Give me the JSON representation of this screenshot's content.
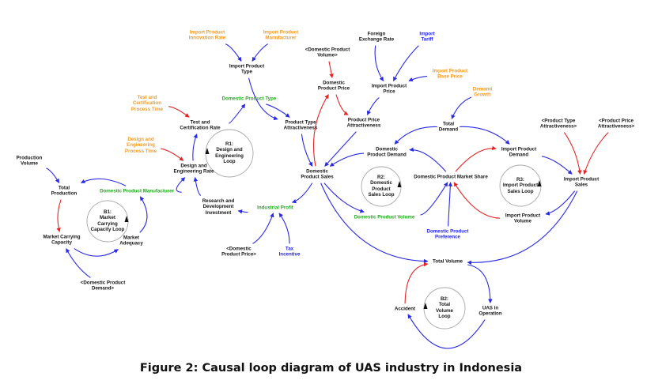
{
  "figure": {
    "caption": "Figure 2: Causal loop diagram of UAS industry in Indonesia"
  },
  "colors": {
    "link_positive": "#2a2ae6",
    "link_negative": "#e62626",
    "exogenous_orange": "#f59a1e",
    "stock_green": "#22a81f",
    "policy_blue": "#2424e0",
    "text_black": "#151515",
    "loop_circle": "#a8a8a8"
  },
  "nodes": {
    "import_product_innovation_rate": {
      "label": "Import Product\nInnovation Rate",
      "color": "orange"
    },
    "import_product_manufacturer": {
      "label": "Import Product\nManufacturer",
      "color": "orange"
    },
    "import_product_type": {
      "label": "Import Product\nType",
      "color": "black"
    },
    "domestic_product_volume_shadow": {
      "label": "<Domestic Product\nVolume>",
      "color": "black"
    },
    "foreign_exchange_rate": {
      "label": "Foreign\nExchange Rate",
      "color": "black"
    },
    "import_tariff": {
      "label": "Import\nTariff",
      "color": "blue"
    },
    "import_product_base_price": {
      "label": "Import Product\nBase Price",
      "color": "orange"
    },
    "domestic_product_price": {
      "label": "Domestic\nProduct Price",
      "color": "black"
    },
    "import_product_price": {
      "label": "Import Product\nPrice",
      "color": "black"
    },
    "demand_growth": {
      "label": "Demand\nGrowth",
      "color": "orange"
    },
    "test_certification_process_time": {
      "label": "Test and\nCertification\nProcess Time",
      "color": "orange"
    },
    "domestic_product_type": {
      "label": "Domestic Product Type",
      "color": "green"
    },
    "test_certification_rate": {
      "label": "Test and\nCertification Rate",
      "color": "black"
    },
    "product_type_attractiveness": {
      "label": "Product Type\nAttractiveness",
      "color": "black"
    },
    "product_price_attractiveness": {
      "label": "Product Price\nAttractiveness",
      "color": "black"
    },
    "total_demand": {
      "label": "Total\nDemand",
      "color": "black"
    },
    "product_type_attractiveness_shadow": {
      "label": "<Product Type\nAttractiveness>",
      "color": "black"
    },
    "product_price_attractiveness_shadow": {
      "label": "<Product Price\nAttractiveness>",
      "color": "black"
    },
    "design_engineering_process_time": {
      "label": "Design and\nEngineering\nProcess Time",
      "color": "orange"
    },
    "design_engineering_rate": {
      "label": "Design and\nEngineering Rate",
      "color": "black"
    },
    "production_volume": {
      "label": "Production\nVolume",
      "color": "black"
    },
    "domestic_product_demand": {
      "label": "Domestic\nProduct Demand",
      "color": "black"
    },
    "import_product_demand": {
      "label": "Import Product\nDemand",
      "color": "black"
    },
    "domestic_product_sales": {
      "label": "Domestic\nProduct Sales",
      "color": "black"
    },
    "domestic_product_market_share": {
      "label": "Domestic Product Market Share",
      "color": "black"
    },
    "import_product_sales": {
      "label": "Import Product\nSales",
      "color": "black"
    },
    "total_production": {
      "label": "Total\nProduction",
      "color": "black"
    },
    "domestic_product_manufacturer": {
      "label": "Domestic Product Manufacturer",
      "color": "green"
    },
    "research_development_investment": {
      "label": "Research and\nDevelopment\nInvestment",
      "color": "black"
    },
    "industrial_profit": {
      "label": "Industrial Profit",
      "color": "green"
    },
    "domestic_product_volume": {
      "label": "Domestic Product Volume",
      "color": "green"
    },
    "import_product_volume": {
      "label": "Import Product\nVolume",
      "color": "black"
    },
    "market_carrying_capacity": {
      "label": "Market Carrying\nCapacity",
      "color": "black"
    },
    "market_adequacy": {
      "label": "Market\nAdequacy",
      "color": "black"
    },
    "domestic_product_price_shadow": {
      "label": "<Domestic\nProduct Price>",
      "color": "black"
    },
    "tax_incentive": {
      "label": "Tax\nIncentive",
      "color": "blue"
    },
    "domestic_product_preference": {
      "label": "Domestic Product\nPreference",
      "color": "blue"
    },
    "domestic_product_demand_shadow": {
      "label": "<Domestic Product\nDemand>",
      "color": "black"
    },
    "total_volume": {
      "label": "Total Volume",
      "color": "black"
    },
    "accident": {
      "label": "Accident",
      "color": "black"
    },
    "uas_in_operation": {
      "label": "UAS in\nOperation",
      "color": "black"
    }
  },
  "loops": {
    "r1": {
      "label": "R1:\nDesign and\nEngineering\nLoop",
      "type": "reinforcing"
    },
    "r2": {
      "label": "R2:\nDomestic\nProduct\nSales Loop",
      "type": "reinforcing"
    },
    "r3": {
      "label": "R3:\nImport Product\nSales Loop",
      "type": "reinforcing"
    },
    "b1": {
      "label": "B1:\nMarket\nCarrying\nCapacity Loop",
      "type": "balancing"
    },
    "b2": {
      "label": "B2:\nTotal\nVolume\nLoop",
      "type": "balancing"
    }
  },
  "links": [
    {
      "from": "import_product_innovation_rate",
      "to": "import_product_type",
      "polarity": "positive"
    },
    {
      "from": "import_product_manufacturer",
      "to": "import_product_type",
      "polarity": "positive"
    },
    {
      "from": "import_product_type",
      "to": "product_type_attractiveness",
      "polarity": "positive"
    },
    {
      "from": "domestic_product_type",
      "to": "product_type_attractiveness",
      "polarity": "positive"
    },
    {
      "from": "test_certification_process_time",
      "to": "test_certification_rate",
      "polarity": "negative"
    },
    {
      "from": "test_certification_rate",
      "to": "domestic_product_type",
      "polarity": "positive"
    },
    {
      "from": "design_engineering_process_time",
      "to": "design_engineering_rate",
      "polarity": "negative"
    },
    {
      "from": "design_engineering_rate",
      "to": "test_certification_rate",
      "polarity": "positive"
    },
    {
      "from": "domestic_product_manufacturer",
      "to": "design_engineering_rate",
      "polarity": "positive"
    },
    {
      "from": "research_development_investment",
      "to": "design_engineering_rate",
      "polarity": "positive"
    },
    {
      "from": "industrial_profit",
      "to": "research_development_investment",
      "polarity": "positive"
    },
    {
      "from": "domestic_product_sales",
      "to": "industrial_profit",
      "polarity": "positive"
    },
    {
      "from": "domestic_product_price_shadow",
      "to": "industrial_profit",
      "polarity": "positive"
    },
    {
      "from": "tax_incentive",
      "to": "industrial_profit",
      "polarity": "positive"
    },
    {
      "from": "product_type_attractiveness",
      "to": "domestic_product_sales",
      "polarity": "positive"
    },
    {
      "from": "domestic_product_sales",
      "to": "domestic_product_price",
      "polarity": "negative"
    },
    {
      "from": "domestic_product_volume_shadow",
      "to": "domestic_product_price",
      "polarity": "negative"
    },
    {
      "from": "domestic_product_price",
      "to": "product_price_attractiveness",
      "polarity": "negative"
    },
    {
      "from": "import_product_price",
      "to": "product_price_attractiveness",
      "polarity": "positive"
    },
    {
      "from": "foreign_exchange_rate",
      "to": "import_product_price",
      "polarity": "positive"
    },
    {
      "from": "import_tariff",
      "to": "import_product_price",
      "polarity": "positive"
    },
    {
      "from": "import_product_base_price",
      "to": "import_product_price",
      "polarity": "positive"
    },
    {
      "from": "product_price_attractiveness",
      "to": "domestic_product_sales",
      "polarity": "positive"
    },
    {
      "from": "demand_growth",
      "to": "total_demand",
      "polarity": "positive"
    },
    {
      "from": "total_demand",
      "to": "domestic_product_demand",
      "polarity": "positive"
    },
    {
      "from": "total_demand",
      "to": "import_product_demand",
      "polarity": "positive"
    },
    {
      "from": "domestic_product_demand",
      "to": "domestic_product_sales",
      "polarity": "positive"
    },
    {
      "from": "domestic_product_market_share",
      "to": "domestic_product_demand",
      "polarity": "positive"
    },
    {
      "from": "domestic_product_market_share",
      "to": "import_product_demand",
      "polarity": "negative"
    },
    {
      "from": "import_product_demand",
      "to": "import_product_sales",
      "polarity": "positive"
    },
    {
      "from": "product_type_attractiveness_shadow",
      "to": "import_product_sales",
      "polarity": "negative"
    },
    {
      "from": "product_price_attractiveness_shadow",
      "to": "import_product_sales",
      "polarity": "negative"
    },
    {
      "from": "import_product_sales",
      "to": "import_product_volume",
      "polarity": "positive"
    },
    {
      "from": "import_product_volume",
      "to": "domestic_product_market_share",
      "polarity": "negative"
    },
    {
      "from": "domestic_product_sales",
      "to": "domestic_product_volume",
      "polarity": "positive"
    },
    {
      "from": "domestic_product_volume",
      "to": "domestic_product_market_share",
      "polarity": "positive"
    },
    {
      "from": "domestic_product_preference",
      "to": "domestic_product_market_share",
      "polarity": "positive"
    },
    {
      "from": "domestic_product_sales",
      "to": "total_volume",
      "polarity": "positive"
    },
    {
      "from": "import_product_sales",
      "to": "total_volume",
      "polarity": "positive"
    },
    {
      "from": "total_volume",
      "to": "uas_in_operation",
      "polarity": "positive"
    },
    {
      "from": "uas_in_operation",
      "to": "accident",
      "polarity": "positive"
    },
    {
      "from": "accident",
      "to": "total_volume",
      "polarity": "negative"
    },
    {
      "from": "production_volume",
      "to": "total_production",
      "polarity": "positive"
    },
    {
      "from": "domestic_product_manufacturer",
      "to": "total_production",
      "polarity": "positive"
    },
    {
      "from": "total_production",
      "to": "market_carrying_capacity",
      "polarity": "negative"
    },
    {
      "from": "market_carrying_capacity",
      "to": "market_adequacy",
      "polarity": "positive"
    },
    {
      "from": "market_adequacy",
      "to": "domestic_product_manufacturer",
      "polarity": "positive"
    },
    {
      "from": "domestic_product_demand_shadow",
      "to": "market_carrying_capacity",
      "polarity": "positive"
    }
  ]
}
